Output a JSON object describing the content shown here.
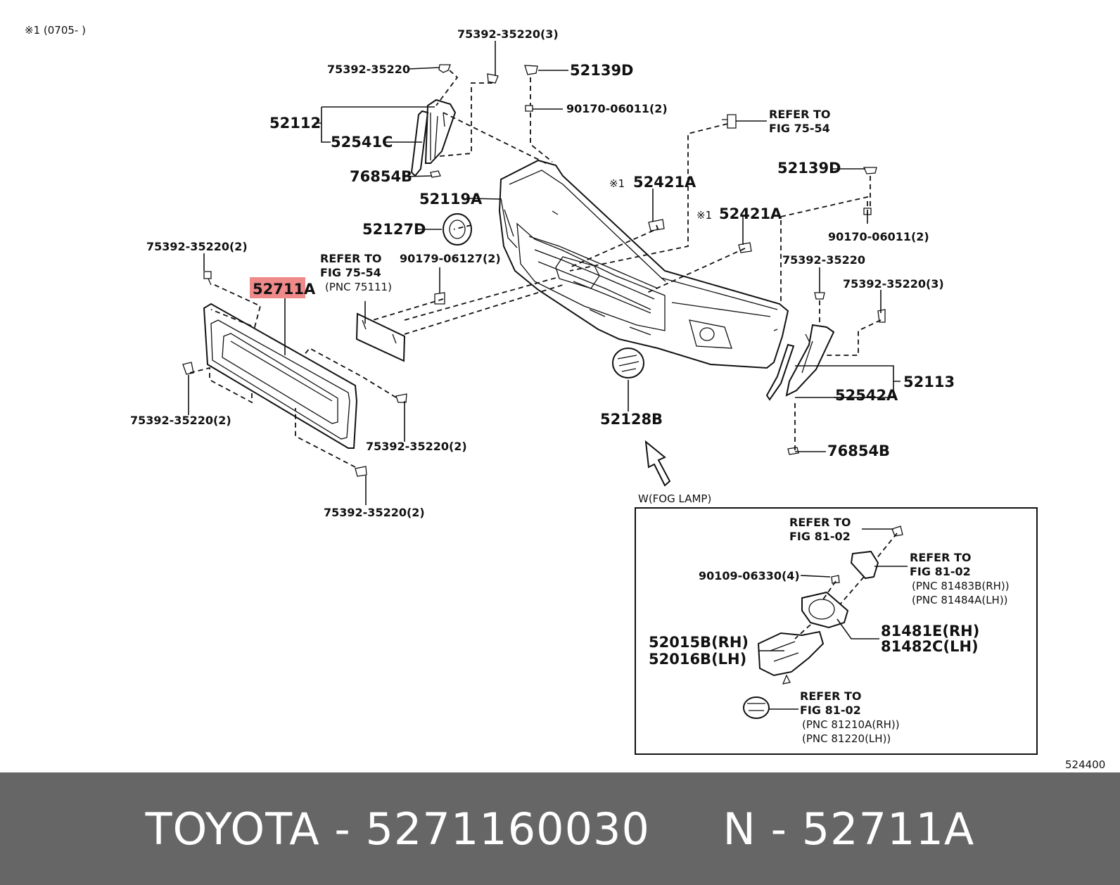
{
  "diagram": {
    "note_top": "※1 (0705-      )",
    "figure_number": "524400",
    "highlight_color": "#f08a8a",
    "labels": {
      "l_75392_35220_3_top": "75392-35220(3)",
      "l_75392_35220_a": "75392-35220",
      "l_52139d_top": "52139D",
      "l_90170_06011_2_top": "90170-06011(2)",
      "l_refer_fig7554_top_1": "REFER TO",
      "l_refer_fig7554_top_2": "FIG 75-54",
      "l_52112": "52112",
      "l_52541c": "52541C",
      "l_76854b_top": "76854B",
      "l_52119a": "52119A",
      "l_52139d_right": "52139D",
      "l_52421a_1_mark": "※1",
      "l_52421a_1": "52421A",
      "l_52421a_2_mark": "※1",
      "l_52421a_2": "52421A",
      "l_90170_06011_2_right": "90170-06011(2)",
      "l_52127d": "52127D",
      "l_75392_35220_2_left": "75392-35220(2)",
      "l_refer_fig7554_left_1": "REFER TO",
      "l_refer_fig7554_left_2": "FIG 75-54",
      "l_refer_fig7554_left_3": "(PNC 75111)",
      "l_90179_06127_2": "90179-06127(2)",
      "l_75392_35220_right": "75392-35220",
      "l_75392_35220_3_right": "75392-35220(3)",
      "l_52711a": "52711A",
      "l_52113": "52113",
      "l_52542a": "52542A",
      "l_75392_35220_2_bl": "75392-35220(2)",
      "l_52128b": "52128B",
      "l_75392_35220_2_br": "75392-35220(2)",
      "l_76854b_bottom": "76854B",
      "l_75392_35220_2_bottom": "75392-35220(2)",
      "l_fog_title": "W(FOG LAMP)",
      "l_fog_refer1_1": "REFER TO",
      "l_fog_refer1_2": "FIG 81-02",
      "l_fog_refer2_1": "REFER TO",
      "l_fog_refer2_2": "FIG 81-02",
      "l_fog_refer2_3": "(PNC 81483B(RH))",
      "l_fog_refer2_4": "(PNC 81484A(LH))",
      "l_90109_06330_4": "90109-06330(4)",
      "l_81481e": "81481E(RH)",
      "l_81482c": "81482C(LH)",
      "l_52015b": "52015B(RH)",
      "l_52016b": "52016B(LH)",
      "l_fog_refer3_1": "REFER TO",
      "l_fog_refer3_2": "FIG 81-02",
      "l_fog_refer3_3": "(PNC 81210A(RH))",
      "l_fog_refer3_4": "(PNC 81220(LH))"
    }
  },
  "footer": {
    "brand": "TOYOTA",
    "sep1": " - ",
    "part_number": "5271160030",
    "gap": "     ",
    "n_label": "N",
    "sep2": " - ",
    "ref": "52711A"
  }
}
